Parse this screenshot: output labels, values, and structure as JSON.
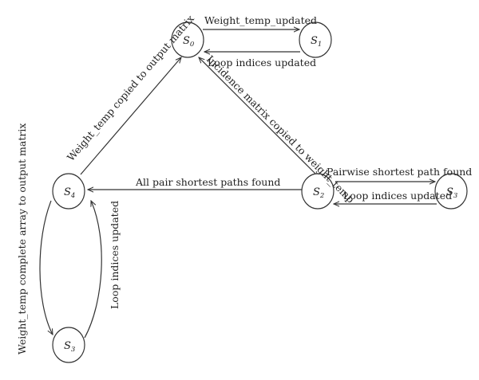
{
  "diagram": {
    "states": {
      "s0": {
        "name": "S",
        "sub": "0"
      },
      "s1": {
        "name": "S",
        "sub": "1"
      },
      "s2": {
        "name": "S",
        "sub": "2"
      },
      "s3_right": {
        "name": "S",
        "sub": "3"
      },
      "s4": {
        "name": "S",
        "sub": "4"
      },
      "s3_bottom": {
        "name": "S",
        "sub": "3"
      }
    },
    "transitions": {
      "s0_to_s1": "Weight_temp_updated",
      "s1_to_s0": "Loop indices updated",
      "s2_to_s0": "Incidence matrix copied to weight_temp",
      "s4_to_s0": "Weight_temp copied to output matrix",
      "s2_to_s4": "All pair shortest paths found",
      "s2_to_s3": "Pairwise shortest path found",
      "s3_to_s2": "Loop indices updated",
      "s4_to_s3": "Weight_temp complete array to output matrix",
      "s3_to_s4": "Loop indices updated"
    },
    "colors": {
      "stroke": "#333333",
      "text": "#222222",
      "background": "#ffffff"
    }
  }
}
